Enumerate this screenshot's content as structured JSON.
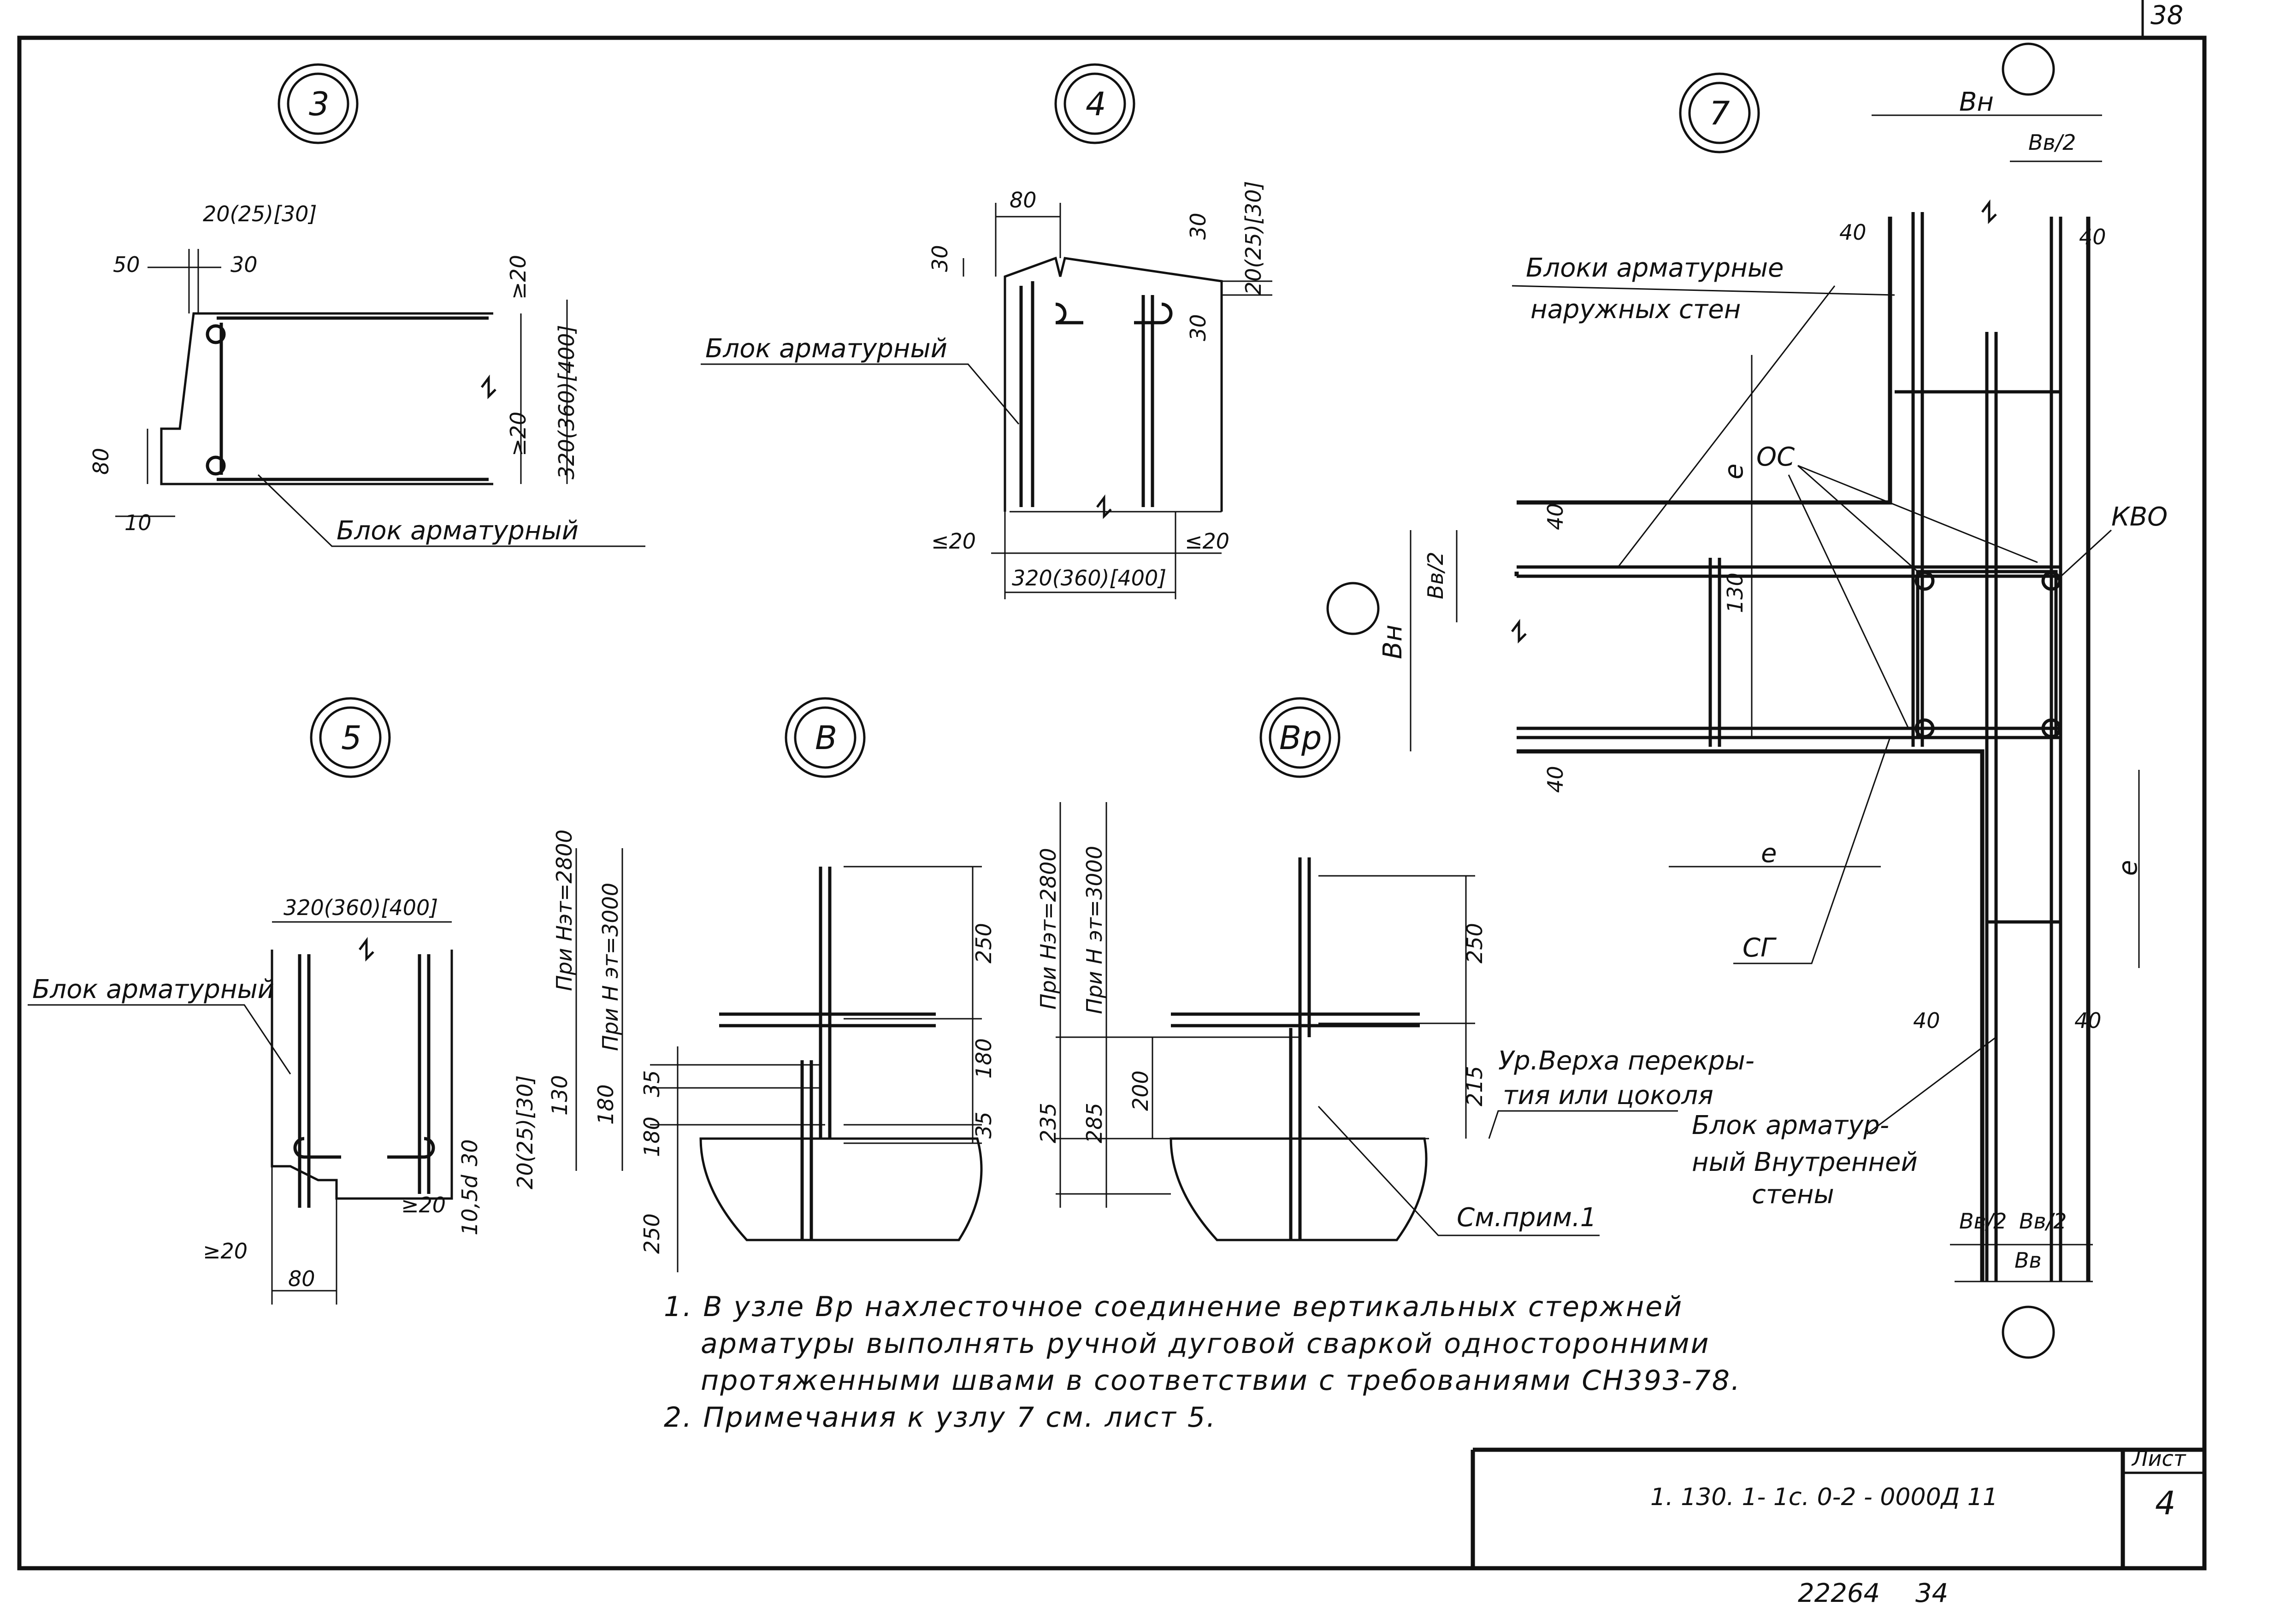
{
  "sheet": {
    "corner_number": "38",
    "stamp_number": "22264",
    "stamp_page": "34"
  },
  "title_block": {
    "code": "1. 130. 1- 1с. 0-2 - 0000Д 11",
    "sheet_label": "Лист",
    "sheet_number": "4"
  },
  "nodes": {
    "n3": "3",
    "n4": "4",
    "n5": "5",
    "n7": "7",
    "nB": "В",
    "nBp": "Вр"
  },
  "labels": {
    "block": "Блок арматурный",
    "blocks_outer_1": "Блоки арматурные",
    "blocks_outer_2": "наружных стен",
    "block_inner_1": "Блок арматур-",
    "block_inner_2": "ный Внутренней",
    "block_inner_3": "стены",
    "floor_1": "Ур.Верха перекры-",
    "floor_2": "тия или цоколя",
    "see_note": "См.прим.1",
    "os": "ОС",
    "kvo": "КВО",
    "sg": "СГ",
    "h2800": "При Нэт=2800",
    "h3000": "При Н эт=3000"
  },
  "dims": {
    "d20_25_30": "20(25)[30]",
    "d50": "50",
    "d30": "30",
    "d80": "80",
    "d10": "10",
    "ge20": "≥20",
    "ge20b": "≥20",
    "d320_360_400": "320(360)[400]",
    "le20": "≤20",
    "d130": "130",
    "d180": "180",
    "d35": "35",
    "d250": "250",
    "d215": "215",
    "d200": "200",
    "d235": "235",
    "d285": "285",
    "d40": "40",
    "d10_5d": "10,5d",
    "vn": "Вн",
    "vv2": "Вв/2",
    "vv": "Вв",
    "e": "е"
  },
  "notes": [
    "1. В узле Вр нахлесточное соединение вертикальных стержней",
    "арматуры выполнять ручной дуговой сваркой односторонними",
    "протяженными швами в соответствии с требованиями СН393-78.",
    "2. Примечания к узлу 7 см. лист 5."
  ]
}
